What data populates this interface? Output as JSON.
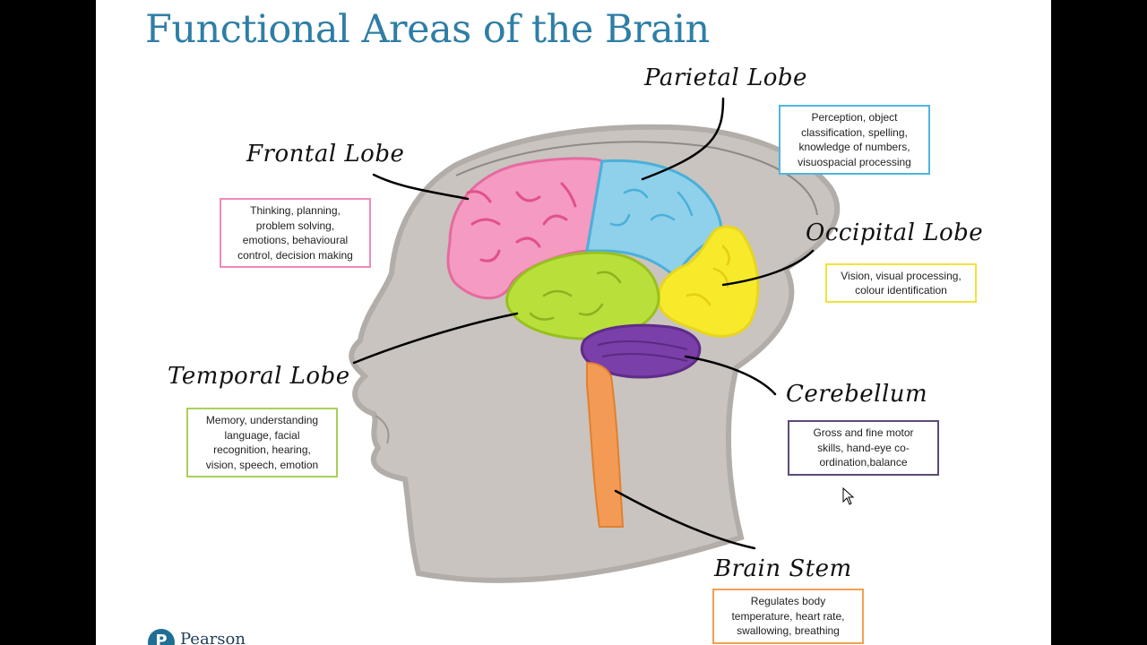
{
  "slide": {
    "title": "Functional Areas of the Brain",
    "logo_text": "Pearson",
    "logo_letter": "P"
  },
  "lobes": {
    "parietal": {
      "label": "Parietal Lobe",
      "lines": [
        "Perception, object",
        "classification, spelling,",
        "knowledge of numbers,",
        "visuospacial processing"
      ],
      "color": "#8fd0ea",
      "border": "#4db6e0"
    },
    "frontal": {
      "label": "Frontal Lobe",
      "lines": [
        "Thinking, planning,",
        "problem solving,",
        "emotions,  behavioural",
        "control, decision making"
      ],
      "color": "#f59ac0",
      "border": "#f08ab8"
    },
    "occipital": {
      "label": "Occipital Lobe",
      "lines": [
        "Vision, visual processing,",
        "colour identification"
      ],
      "color": "#f7ea2a",
      "border": "#f2e33a"
    },
    "temporal": {
      "label": "Temporal Lobe",
      "lines": [
        "Memory, understanding",
        "language, facial",
        "recognition, hearing,",
        "vision,  speech, emotion"
      ],
      "color": "#b9e03a",
      "border": "#a9d05a"
    },
    "cerebellum": {
      "label": "Cerebellum",
      "lines": [
        "Gross and fine motor",
        "skills, hand-eye co-",
        "ordination,balance"
      ],
      "color": "#7a3fa8",
      "border": "#5c4a78"
    },
    "brain_stem": {
      "label": "Brain Stem",
      "lines": [
        "Regulates body",
        "temperature, heart rate,",
        "swallowing, breathing"
      ],
      "color": "#f39a55",
      "border": "#f0a050"
    }
  },
  "head_color": "#cfcac6"
}
